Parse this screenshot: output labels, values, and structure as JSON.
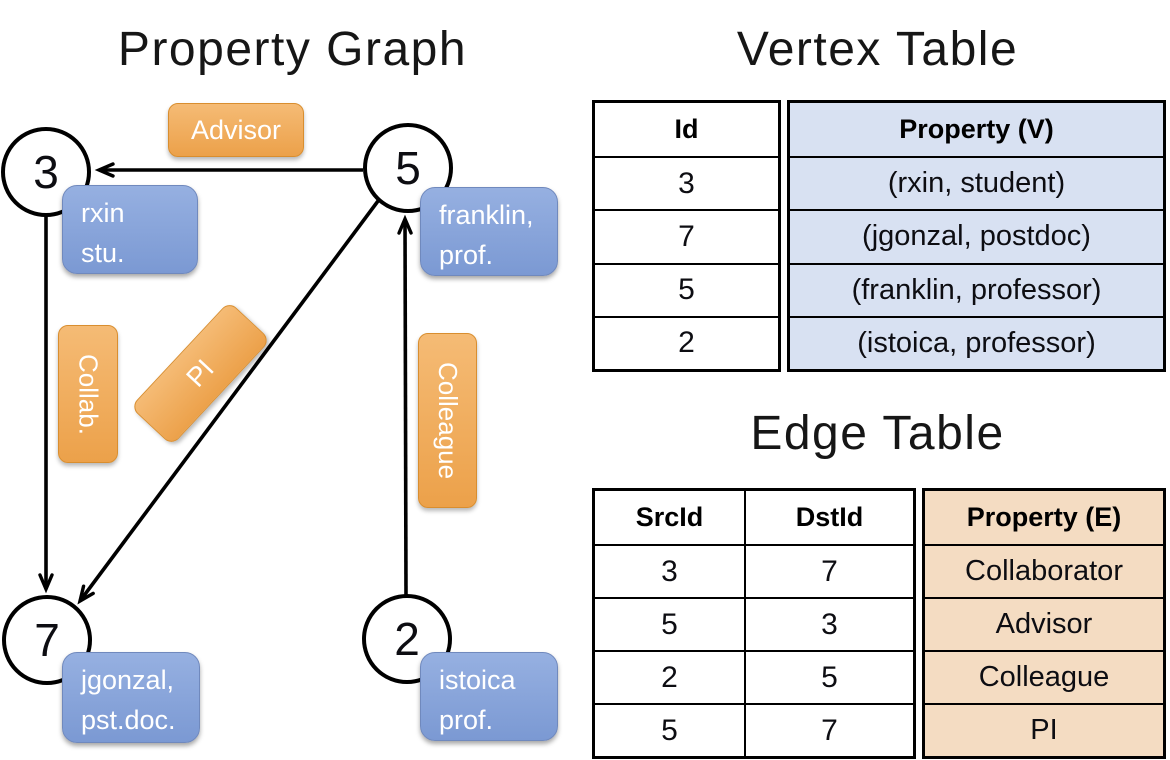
{
  "graph": {
    "title": "Property Graph",
    "nodes": {
      "n3": {
        "id": "3"
      },
      "n5": {
        "id": "5"
      },
      "n7": {
        "id": "7"
      },
      "n2": {
        "id": "2"
      }
    },
    "vertex_boxes": {
      "v3": {
        "line1": "rxin",
        "line2": "stu."
      },
      "v5": {
        "line1": "franklin,",
        "line2": "prof."
      },
      "v7": {
        "line1": "jgonzal,",
        "line2": "pst.doc."
      },
      "v2": {
        "line1": "istoica",
        "line2": "prof."
      }
    },
    "edge_labels": {
      "advisor": "Advisor",
      "collab": "Collab.",
      "pi": "PI",
      "colleague": "Colleague"
    }
  },
  "vertex_table": {
    "title": "Vertex Table",
    "columns": {
      "id": "Id",
      "property": "Property (V)"
    },
    "rows": [
      {
        "id": "3",
        "property": "(rxin, student)"
      },
      {
        "id": "7",
        "property": "(jgonzal, postdoc)"
      },
      {
        "id": "5",
        "property": "(franklin, professor)"
      },
      {
        "id": "2",
        "property": "(istoica, professor)"
      }
    ]
  },
  "edge_table": {
    "title": "Edge Table",
    "columns": {
      "src": "SrcId",
      "dst": "DstId",
      "property": "Property (E)"
    },
    "rows": [
      {
        "src": "3",
        "dst": "7",
        "property": "Collaborator"
      },
      {
        "src": "5",
        "dst": "3",
        "property": "Advisor"
      },
      {
        "src": "2",
        "dst": "5",
        "property": "Colleague"
      },
      {
        "src": "5",
        "dst": "7",
        "property": "PI"
      }
    ]
  },
  "colors": {
    "edge_label_fill": "#f0a852",
    "vertex_box_fill": "#84a0d8",
    "vertex_table_property_bg": "#d8e1f2",
    "edge_table_property_bg": "#f4dcc2",
    "line_color": "#000000"
  }
}
